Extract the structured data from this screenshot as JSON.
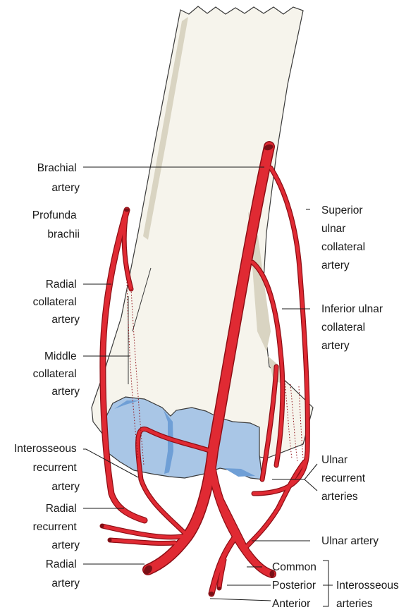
{
  "labels": {
    "brachial_artery": [
      "Brachial",
      "artery"
    ],
    "profunda_brachii": [
      "Profunda",
      "brachii"
    ],
    "radial_collateral_artery": [
      "Radial",
      "collateral",
      "artery"
    ],
    "middle_collateral_artery": [
      "Middle",
      "collateral",
      "artery"
    ],
    "interosseous_recurrent_artery": [
      "Interosseous",
      "recurrent",
      "artery"
    ],
    "radial_recurrent_artery": [
      "Radial",
      "recurrent",
      "artery"
    ],
    "radial_artery": [
      "Radial",
      "artery"
    ],
    "superior_ulnar_collateral_artery": [
      "Superior",
      "ulnar",
      "collateral",
      "artery"
    ],
    "inferior_ulnar_collateral_artery": [
      "Inferior ulnar",
      "collateral",
      "artery"
    ],
    "ulnar_recurrent_arteries": [
      "Ulnar",
      "recurrent",
      "arteries"
    ],
    "ulnar_artery": "Ulnar artery",
    "common": "Common",
    "posterior": "Posterior",
    "anterior": "Anterior",
    "interosseous_arteries": [
      "Interosseous",
      "arteries"
    ]
  },
  "colors": {
    "artery": "#e02a33",
    "artery_outline": "#8e0f16",
    "bone": "#f6f4ec",
    "cartilage": "#a9c6e6"
  }
}
